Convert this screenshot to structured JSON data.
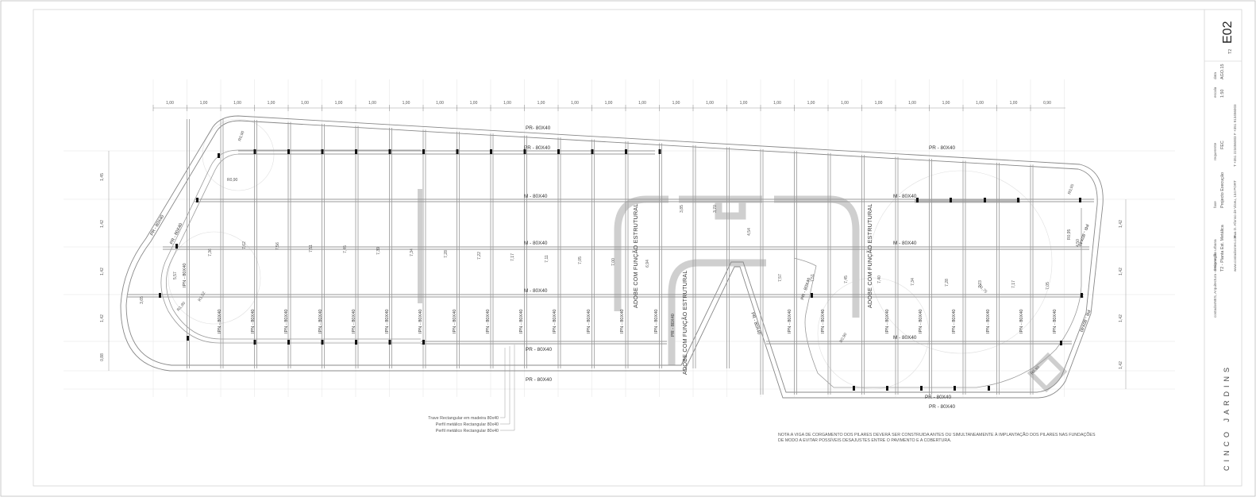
{
  "title_block": {
    "project": "CINCO JARDINS",
    "drawing_code": "E02",
    "sheet": "T2",
    "scale_label": "escala",
    "scale": "1:50",
    "date_label": "data",
    "date": "AGO.15",
    "client_label": "requerente",
    "client": "FEC",
    "phase_label": "fase",
    "phase": "Projecto Execução",
    "designation_label": "designação",
    "designation": "T2 - Planta Est. Metálica",
    "office": "costadosNES, Arquitectura - Intervenção urbana",
    "address": "Rua D. Afonso de Viseu, 134 PORT",
    "phone": "T +351 223456003  F +351 913456003",
    "web": "www.costadosnes.com"
  },
  "dimensions": {
    "top_spacings": [
      "1,00",
      "1,00",
      "1,00",
      "1,00",
      "1,00",
      "1,00",
      "1,00",
      "1,00",
      "1,00",
      "1,00",
      "1,00",
      "1,00",
      "1,00",
      "1,00",
      "1,00",
      "1,00",
      "1,00",
      "1,00",
      "1,00",
      "1,00",
      "1,00",
      "1,00",
      "1,00",
      "1,00",
      "1,00",
      "1,00",
      "0,90"
    ],
    "left_spacings": [
      "1,45",
      "1,42",
      "1,42",
      "1,42",
      "0,88"
    ],
    "right_spacings": [
      "1,42",
      "1,42",
      "1,42",
      "1,42"
    ],
    "left_small": [
      "3,65"
    ],
    "post_lengths": [
      "7,36",
      "7,62",
      "7,56",
      "7,51",
      "7,45",
      "7,39",
      "7,34",
      "7,28",
      "7,22",
      "7,17",
      "7,11",
      "7,05",
      "7,00",
      "6,94",
      "3,85",
      "3,70",
      "4,54",
      "7,57",
      "7,51",
      "7,45",
      "7,40",
      "7,34",
      "7,28",
      "7,23",
      "7,17",
      "7,05",
      "4,50"
    ],
    "radii": [
      "R0,90",
      "R0,90",
      "R1,90",
      "R1,52",
      "R0,90",
      "R1,75",
      "R0,95",
      "R0,90",
      "R0,95"
    ],
    "small_dims": [
      "5,57"
    ]
  },
  "labels": {
    "pr_top_1": "PR- 80X40",
    "pr_top_2": "PR - 80X40",
    "pr_top_3": "PR - 80X40",
    "m_1": "M - 80X40",
    "m_2": "M - 80X40",
    "m_3": "M - 80X40",
    "m_4": "M - 80X40",
    "m_5": "M - 80X40",
    "m_6": "M - 80X40",
    "pr_bottom_1": "PR - 80X40",
    "pr_bottom_2": "PR - 80X40",
    "pr_bottom_3": "PR - 80X40",
    "pr_bottom_4": "PR - 80X40",
    "pr_left_1": "PR - 80X40",
    "pr_left_2": "PR - 80X40",
    "ipn_left": "IPN - 80X40",
    "ipn": "IPN - 80X40",
    "pr_right": "PR - 80X40",
    "adobe": "ADOBE COM FUNÇÃO ESTRUTURAL",
    "pr_small": "PR - 80X40"
  },
  "legend": {
    "item_1": "Trave Rectangular em madeira 80x40",
    "item_2": "Perfil metálico Rectangular 80x40",
    "item_3": "Perfil metálico Rectangular 80x40"
  },
  "note": {
    "line_1": "NOTA:A VIGA DE CORGAMENTO DOS PILARES DEVERÁ SER CONSTRUIDA ANTES OU SIMULTANEAMENTE À IMPLANTAÇÃO DOS PILARES NAS FUNDAÇÕES",
    "line_2": "DE MODO A EVITAR POSSÍVEIS DESAJUSTES ENTRE O PAVIMENTO E A COBERTURA."
  }
}
